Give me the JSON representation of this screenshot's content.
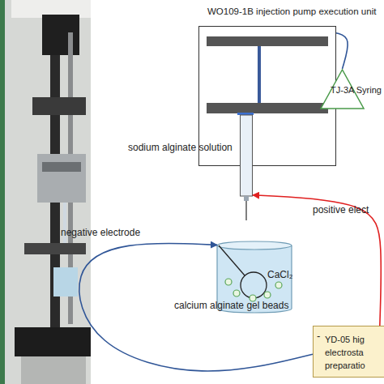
{
  "diagram": {
    "nodes": [
      {
        "text": [
          "WO109-1B injection pump execution unit"
        ]
      },
      {
        "text": [
          "sodium alginate solution"
        ],
        "in": 0
      },
      {
        "text": [
          "TJ-3A Syring"
        ]
      },
      {
        "text": [
          "CaCl₂",
          "calcium alginate gel beads"
        ]
      },
      {
        "text": [
          "-",
          "YD-05 hig electrosta preparatio"
        ]
      }
    ],
    "edges": [
      {
        "from": 0,
        "to": 2,
        "arrow": "none"
      },
      {
        "from": 4,
        "to": 1,
        "arrow": "to",
        "label": "positive elect"
      },
      {
        "from": 4,
        "to": 3,
        "arrow": "to",
        "label": "negative electrode"
      }
    ]
  }
}
